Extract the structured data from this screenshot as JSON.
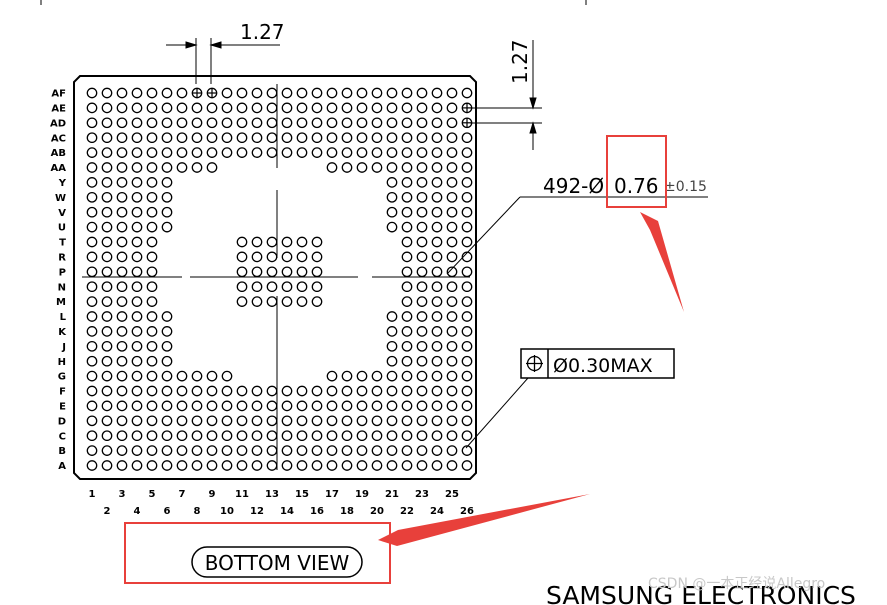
{
  "drawing": {
    "pitch_top": "1.27",
    "pitch_right": "1.27",
    "ball_spec_prefix": "492-Ø",
    "ball_spec_diameter": "0.76",
    "ball_spec_tolerance": "±0.15",
    "position_tolerance": "Ø0.30MAX",
    "view_label": "BOTTOM VIEW",
    "manufacturer": "SAMSUNG ELECTRONICS",
    "watermark": "CSDN @一本正经说Allegro",
    "row_labels": [
      "AF",
      "AE",
      "AD",
      "AC",
      "AB",
      "AA",
      "Y",
      "W",
      "V",
      "U",
      "T",
      "R",
      "P",
      "N",
      "M",
      "L",
      "K",
      "J",
      "H",
      "G",
      "F",
      "E",
      "D",
      "C",
      "B",
      "A"
    ],
    "col_labels_odd": [
      "1",
      "3",
      "5",
      "7",
      "9",
      "11",
      "13",
      "15",
      "17",
      "19",
      "21",
      "23",
      "25"
    ],
    "col_labels_even": [
      "2",
      "4",
      "6",
      "8",
      "10",
      "12",
      "14",
      "16",
      "18",
      "20",
      "22",
      "24",
      "26"
    ],
    "ball_count": 492
  },
  "colors": {
    "line": "#000000",
    "highlight": "#e8403b",
    "arrow": "#e8403b"
  }
}
